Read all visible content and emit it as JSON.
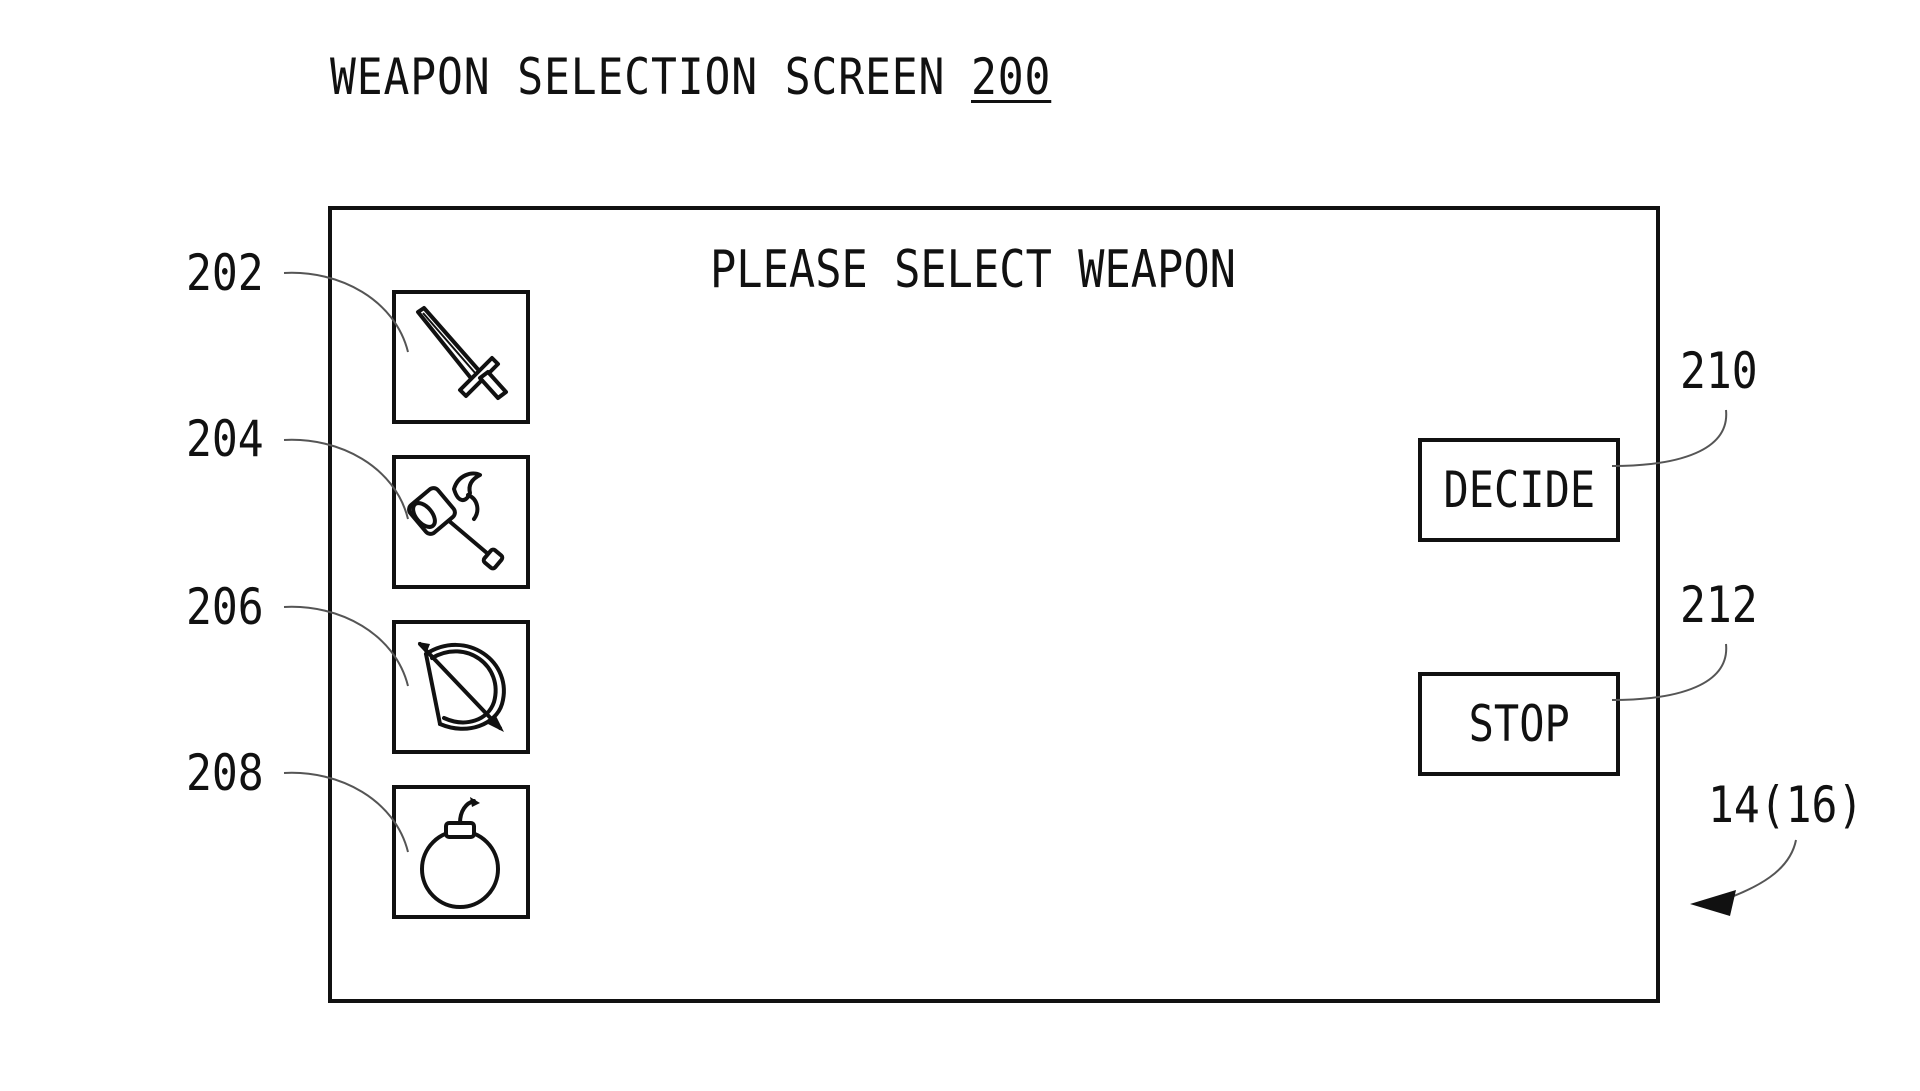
{
  "figure": {
    "title": "WEAPON SELECTION SCREEN",
    "title_ref": "200",
    "device_ref": "14(16)"
  },
  "screen": {
    "prompt": "PLEASE SELECT WEAPON",
    "weapons": [
      {
        "ref": "202",
        "icon": "sword-icon"
      },
      {
        "ref": "204",
        "icon": "hammer-icon"
      },
      {
        "ref": "206",
        "icon": "bow-and-arrow-icon"
      },
      {
        "ref": "208",
        "icon": "bomb-icon"
      }
    ],
    "decide": {
      "label": "DECIDE",
      "ref": "210"
    },
    "stop": {
      "label": "STOP",
      "ref": "212"
    }
  },
  "colors": {
    "line": "#111111",
    "background": "#ffffff"
  }
}
